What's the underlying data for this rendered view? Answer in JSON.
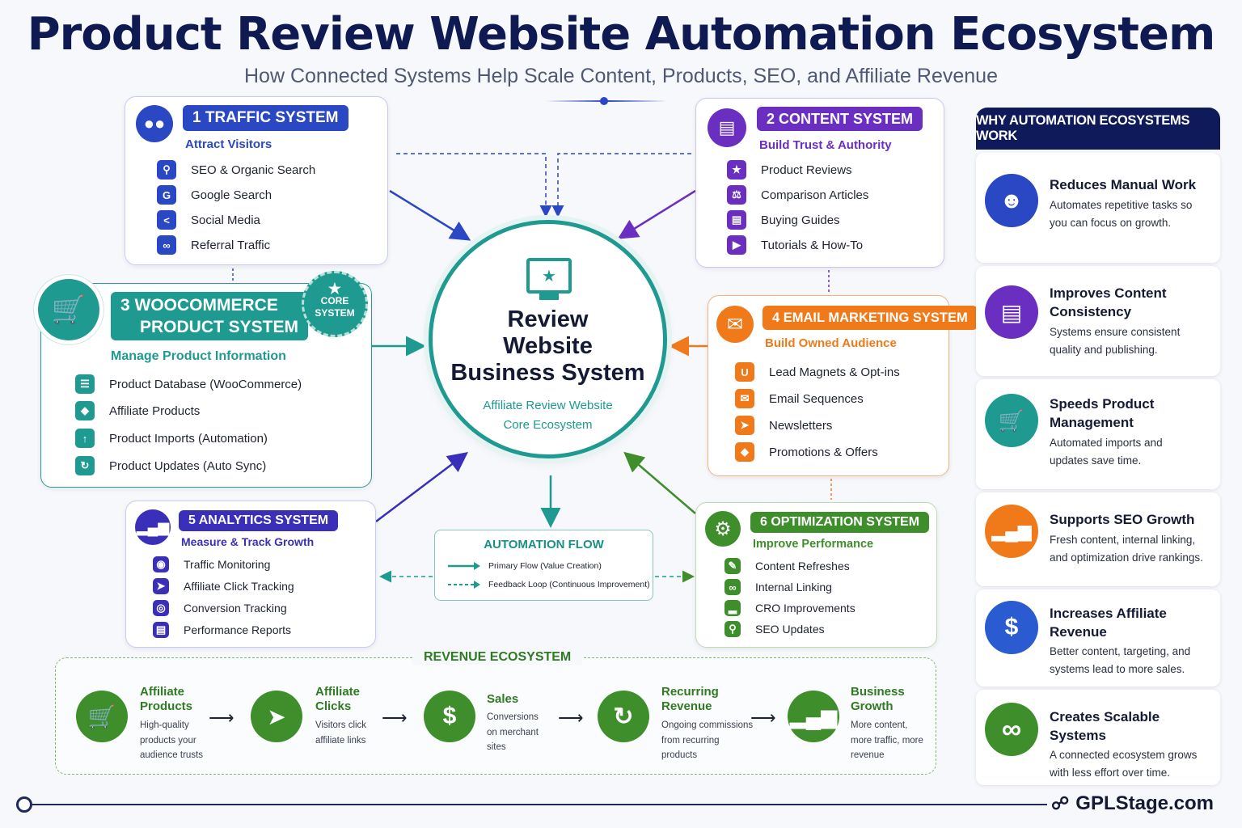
{
  "header": {
    "title": "Product Review Website Automation Ecosystem",
    "subtitle": "How Connected Systems Help Scale Content, Products, SEO, and Affiliate Revenue"
  },
  "core": {
    "title_lines": [
      "Review",
      "Website",
      "Business System"
    ],
    "sub_lines": [
      "Affiliate Review Website",
      "Core Ecosystem"
    ]
  },
  "traffic": {
    "badge": "1  TRAFFIC SYSTEM",
    "tagline": "Attract Visitors",
    "items": [
      "SEO & Organic Search",
      "Google Search",
      "Social Media",
      "Referral Traffic"
    ],
    "color": "#2a47c4"
  },
  "content": {
    "badge": "2  CONTENT SYSTEM",
    "tagline": "Build Trust & Authority",
    "items": [
      "Product Reviews",
      "Comparison Articles",
      "Buying Guides",
      "Tutorials & How-To"
    ],
    "color": "#6a2fc0"
  },
  "woo": {
    "badge_line1": "3  WOOCOMMERCE",
    "badge_line2": "PRODUCT SYSTEM",
    "tagline": "Manage Product Information",
    "seal_line1": "CORE",
    "seal_line2": "SYSTEM",
    "items": [
      "Product Database (WooCommerce)",
      "Affiliate Products",
      "Product Imports (Automation)",
      "Product Updates (Auto Sync)"
    ],
    "color": "#1e9a91"
  },
  "email": {
    "badge": "4  EMAIL MARKETING SYSTEM",
    "tagline": "Build Owned Audience",
    "items": [
      "Lead Magnets & Opt-ins",
      "Email Sequences",
      "Newsletters",
      "Promotions & Offers"
    ],
    "color": "#f07a1a"
  },
  "analytics": {
    "badge": "5  ANALYTICS SYSTEM",
    "tagline": "Measure & Track Growth",
    "items": [
      "Traffic Monitoring",
      "Affiliate Click Tracking",
      "Conversion Tracking",
      "Performance Reports"
    ],
    "color": "#3a2fb8"
  },
  "optimization": {
    "badge": "6  OPTIMIZATION SYSTEM",
    "tagline": "Improve Performance",
    "items": [
      "Content Refreshes",
      "Internal Linking",
      "CRO Improvements",
      "SEO Updates"
    ],
    "color": "#3e8f2b"
  },
  "flow": {
    "title": "AUTOMATION FLOW",
    "primary": "Primary Flow (Value Creation)",
    "feedback": "Feedback Loop (Continuous Improvement)"
  },
  "revenue": {
    "title": "REVENUE ECOSYSTEM",
    "steps": [
      {
        "label": "Affiliate Products",
        "desc": "High-quality products your audience trusts"
      },
      {
        "label": "Affiliate Clicks",
        "desc": "Visitors click affiliate links"
      },
      {
        "label": "Sales",
        "desc": "Conversions on merchant sites"
      },
      {
        "label": "Recurring Revenue",
        "desc": "Ongoing commissions from recurring products"
      },
      {
        "label": "Business Growth",
        "desc": "More content, more traffic, more revenue"
      }
    ]
  },
  "why": {
    "header": "WHY AUTOMATION ECOSYSTEMS WORK",
    "items": [
      {
        "title": "Reduces Manual Work",
        "desc": "Automates repetitive tasks so you can focus on growth.",
        "color": "#2a47c4"
      },
      {
        "title": "Improves Content Consistency",
        "desc": "Systems ensure consistent quality and publishing.",
        "color": "#6a2fc0"
      },
      {
        "title": "Speeds Product Management",
        "desc": "Automated imports and updates save time.",
        "color": "#1e9a91"
      },
      {
        "title": "Supports SEO Growth",
        "desc": "Fresh content, internal linking, and optimization drive rankings.",
        "color": "#f07a1a"
      },
      {
        "title": "Increases Affiliate Revenue",
        "desc": "Better content, targeting, and systems lead to more sales.",
        "color": "#2a5bd0"
      },
      {
        "title": "Creates Scalable Systems",
        "desc": "A connected ecosystem grows with less effort over time.",
        "color": "#3e8f2b"
      }
    ]
  },
  "footer": {
    "brand": "GPLStage.com"
  }
}
